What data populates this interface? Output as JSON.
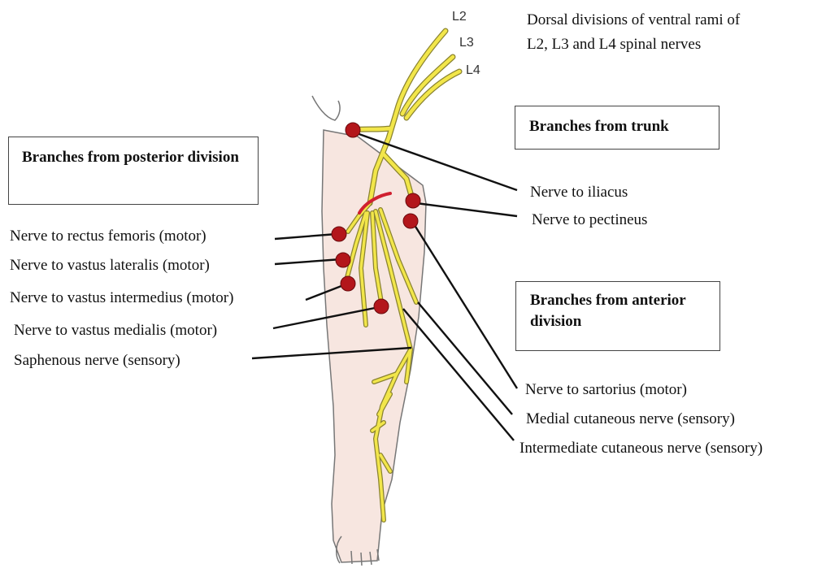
{
  "caption": "Dorsal divisions of ventral rami of L2, L3 and L4 spinal nerves",
  "caption_lines": [
    "Dorsal divisions of ventral rami of",
    "L2, L3 and L4 spinal nerves"
  ],
  "roots": [
    "L2",
    "L3",
    "L4"
  ],
  "boxes": {
    "trunk": "Branches from trunk",
    "posterior": "Branches from posterior division",
    "anterior": "Branches from anterior division"
  },
  "labels": {
    "iliacus": "Nerve to iliacus",
    "pectineus": "Nerve to pectineus",
    "rectus_femoris": "Nerve to rectus femoris (motor)",
    "vastus_lateralis": "Nerve to vastus lateralis (motor)",
    "vastus_intermedius": "Nerve to vastus intermedius (motor)",
    "vastus_medialis": "Nerve to vastus medialis (motor)",
    "saphenous": "Saphenous nerve (sensory)",
    "sartorius": "Nerve to sartorius (motor)",
    "medial_cutaneous": "Medial cutaneous nerve (sensory)",
    "intermediate_cutaneous": "Intermediate cutaneous nerve (sensory)"
  },
  "colors": {
    "nerve": "#f2e64a",
    "nerve_outline": "#8a8330",
    "skin": "#f7e6e0",
    "motor_point": "#b3161b"
  }
}
